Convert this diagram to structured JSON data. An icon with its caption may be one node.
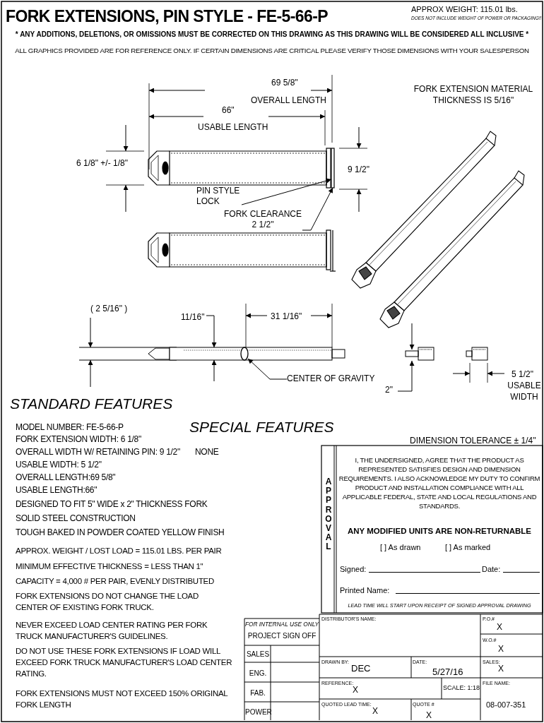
{
  "diagram": {
    "title": "FORK EXTENSIONS, PIN STYLE - FE-5-66-P",
    "nodes": [
      {
        "text": [
          "PIN STYLE LOCK"
        ]
      },
      {
        "text": [
          "FORK CLEARANCE 2 1/2\""
        ]
      },
      {
        "text": [],
        "shape": "bar"
      },
      {
        "text": [
          "CENTER OF GRAVITY"
        ]
      },
      {
        "text": [],
        "shape": "circle"
      }
    ],
    "edges": [
      {
        "from": 0,
        "to": 2,
        "arrow": "to"
      },
      {
        "from": 1,
        "to": 2,
        "arrow": "to"
      },
      {
        "from": 3,
        "to": 4,
        "arrow": "to"
      }
    ],
    "labels": [
      "APPROX WEIGHT: 115.01 lbs.",
      "DOES NOT INCLUDE WEIGHT OF POWER OR PACKAGING!!",
      "*** ANY ADDITIONS, DELETIONS, OR OMISSIONS MUST BE CORRECTED ON THIS DRAWING AS THIS DRAWING WILL BE CONSIDERED ALL INCLUSIVE ***",
      "ALL GRAPHICS PROVIDED ARE FOR REFERENCE ONLY. IF CERTAIN DIMENSIONS ARE CRITICAL PLEASE VERIFY THOSE DIMENSIONS WITH YOUR SALESPERSON",
      "69 5/8\"",
      "OVERALL LENGTH",
      "FORK EXTENSION MATERIAL THICKNESS IS 5/16\"",
      "66\"",
      "USABLE LENGTH",
      "6 1/8\" +/- 1/8\"",
      "9 1/2\"",
      "( 2 5/16\" )",
      "11/16\"",
      "31 1/16\"",
      "2\"",
      "5 1/2\"",
      "USABLE WIDTH",
      "STANDARD FEATURES",
      "SPECIAL FEATURES",
      "MODEL NUMBER: FE-5-66-P",
      "FORK EXTENSION WIDTH: 6 1/8\"",
      "OVERALL WIDTH W/ RETAINING PIN: 9 1/2\"",
      "NONE",
      "USABLE WIDTH: 5 1/2\"",
      "OVERALL LENGTH:69 5/8\"",
      "USABLE LENGTH:66\"",
      "DESIGNED TO FIT 5\" WIDE x 2\" THICKNESS FORK",
      "SOLID STEEL CONSTRUCTION",
      "TOUGH BAKED IN POWDER COATED YELLOW FINISH",
      "APPROX. WEIGHT / LOST LOAD = 115.01 LBS. PER PAIR",
      "MINIMUM EFFECTIVE THICKNESS = LESS THAN 1\"",
      "CAPACITY = 4,000 # PER PAIR, EVENLY DISTRIBUTED",
      "FORK EXTENSIONS DO NOT CHANGE THE LOAD CENTER OF EXISTING FORK TRUCK.",
      "NEVER EXCEED LOAD CENTER RATING PER FORK TRUCK MANUFACTURER'S GUIDELINES.",
      "DO NOT USE THESE FORK EXTENSIONS IF LOAD WILL EXCEED FORK TRUCK MANUFACTURER'S LOAD CENTER RATING.",
      "FORK EXTENSIONS MUST NOT EXCEED 150% ORIGINAL FORK LENGTH",
      "DIMENSION TOLERANCE ± 1/4\"",
      "APPROVAL",
      "I, THE UNDERSIGNED, AGREE THAT THE PRODUCT AS REPRESENTED SATISFIES DESIGN AND DIMENSION REQUIREMENTS. I ALSO ACKNOWLEDGE MY DUTY TO CONFIRM PRODUCT AND INSTALLATION COMPLIANCE WITH ALL APPLICABLE FEDERAL, STATE AND LOCAL REGULATIONS AND STANDARDS.",
      "ANY MODIFIED UNITS ARE NON-RETURNABLE",
      "[ ] As drawn",
      "[ ] As marked",
      "Signed:",
      "Date:",
      "Printed Name:",
      "LEAD TIME WILL START UPON RECEIPT OF SIGNED APPROVAL DRAWING",
      "FOR INTERNAL USE ONLY",
      "PROJECT SIGN OFF",
      "SALES",
      "ENG.",
      "FAB.",
      "POWER",
      "DISTRIBUTOR'S NAME:",
      "P.O.#",
      "X",
      "W.O.#",
      "X",
      "DRAWN BY:",
      "DEC",
      "DATE:",
      "5/27/16",
      "SALES:",
      "X",
      "REFERENCE:",
      "X",
      "SCALE: 1:18",
      "FILE NAME:",
      "QUOTED LEAD TIME:",
      "X",
      "QUOTE #",
      "X",
      "08-007-351"
    ]
  }
}
